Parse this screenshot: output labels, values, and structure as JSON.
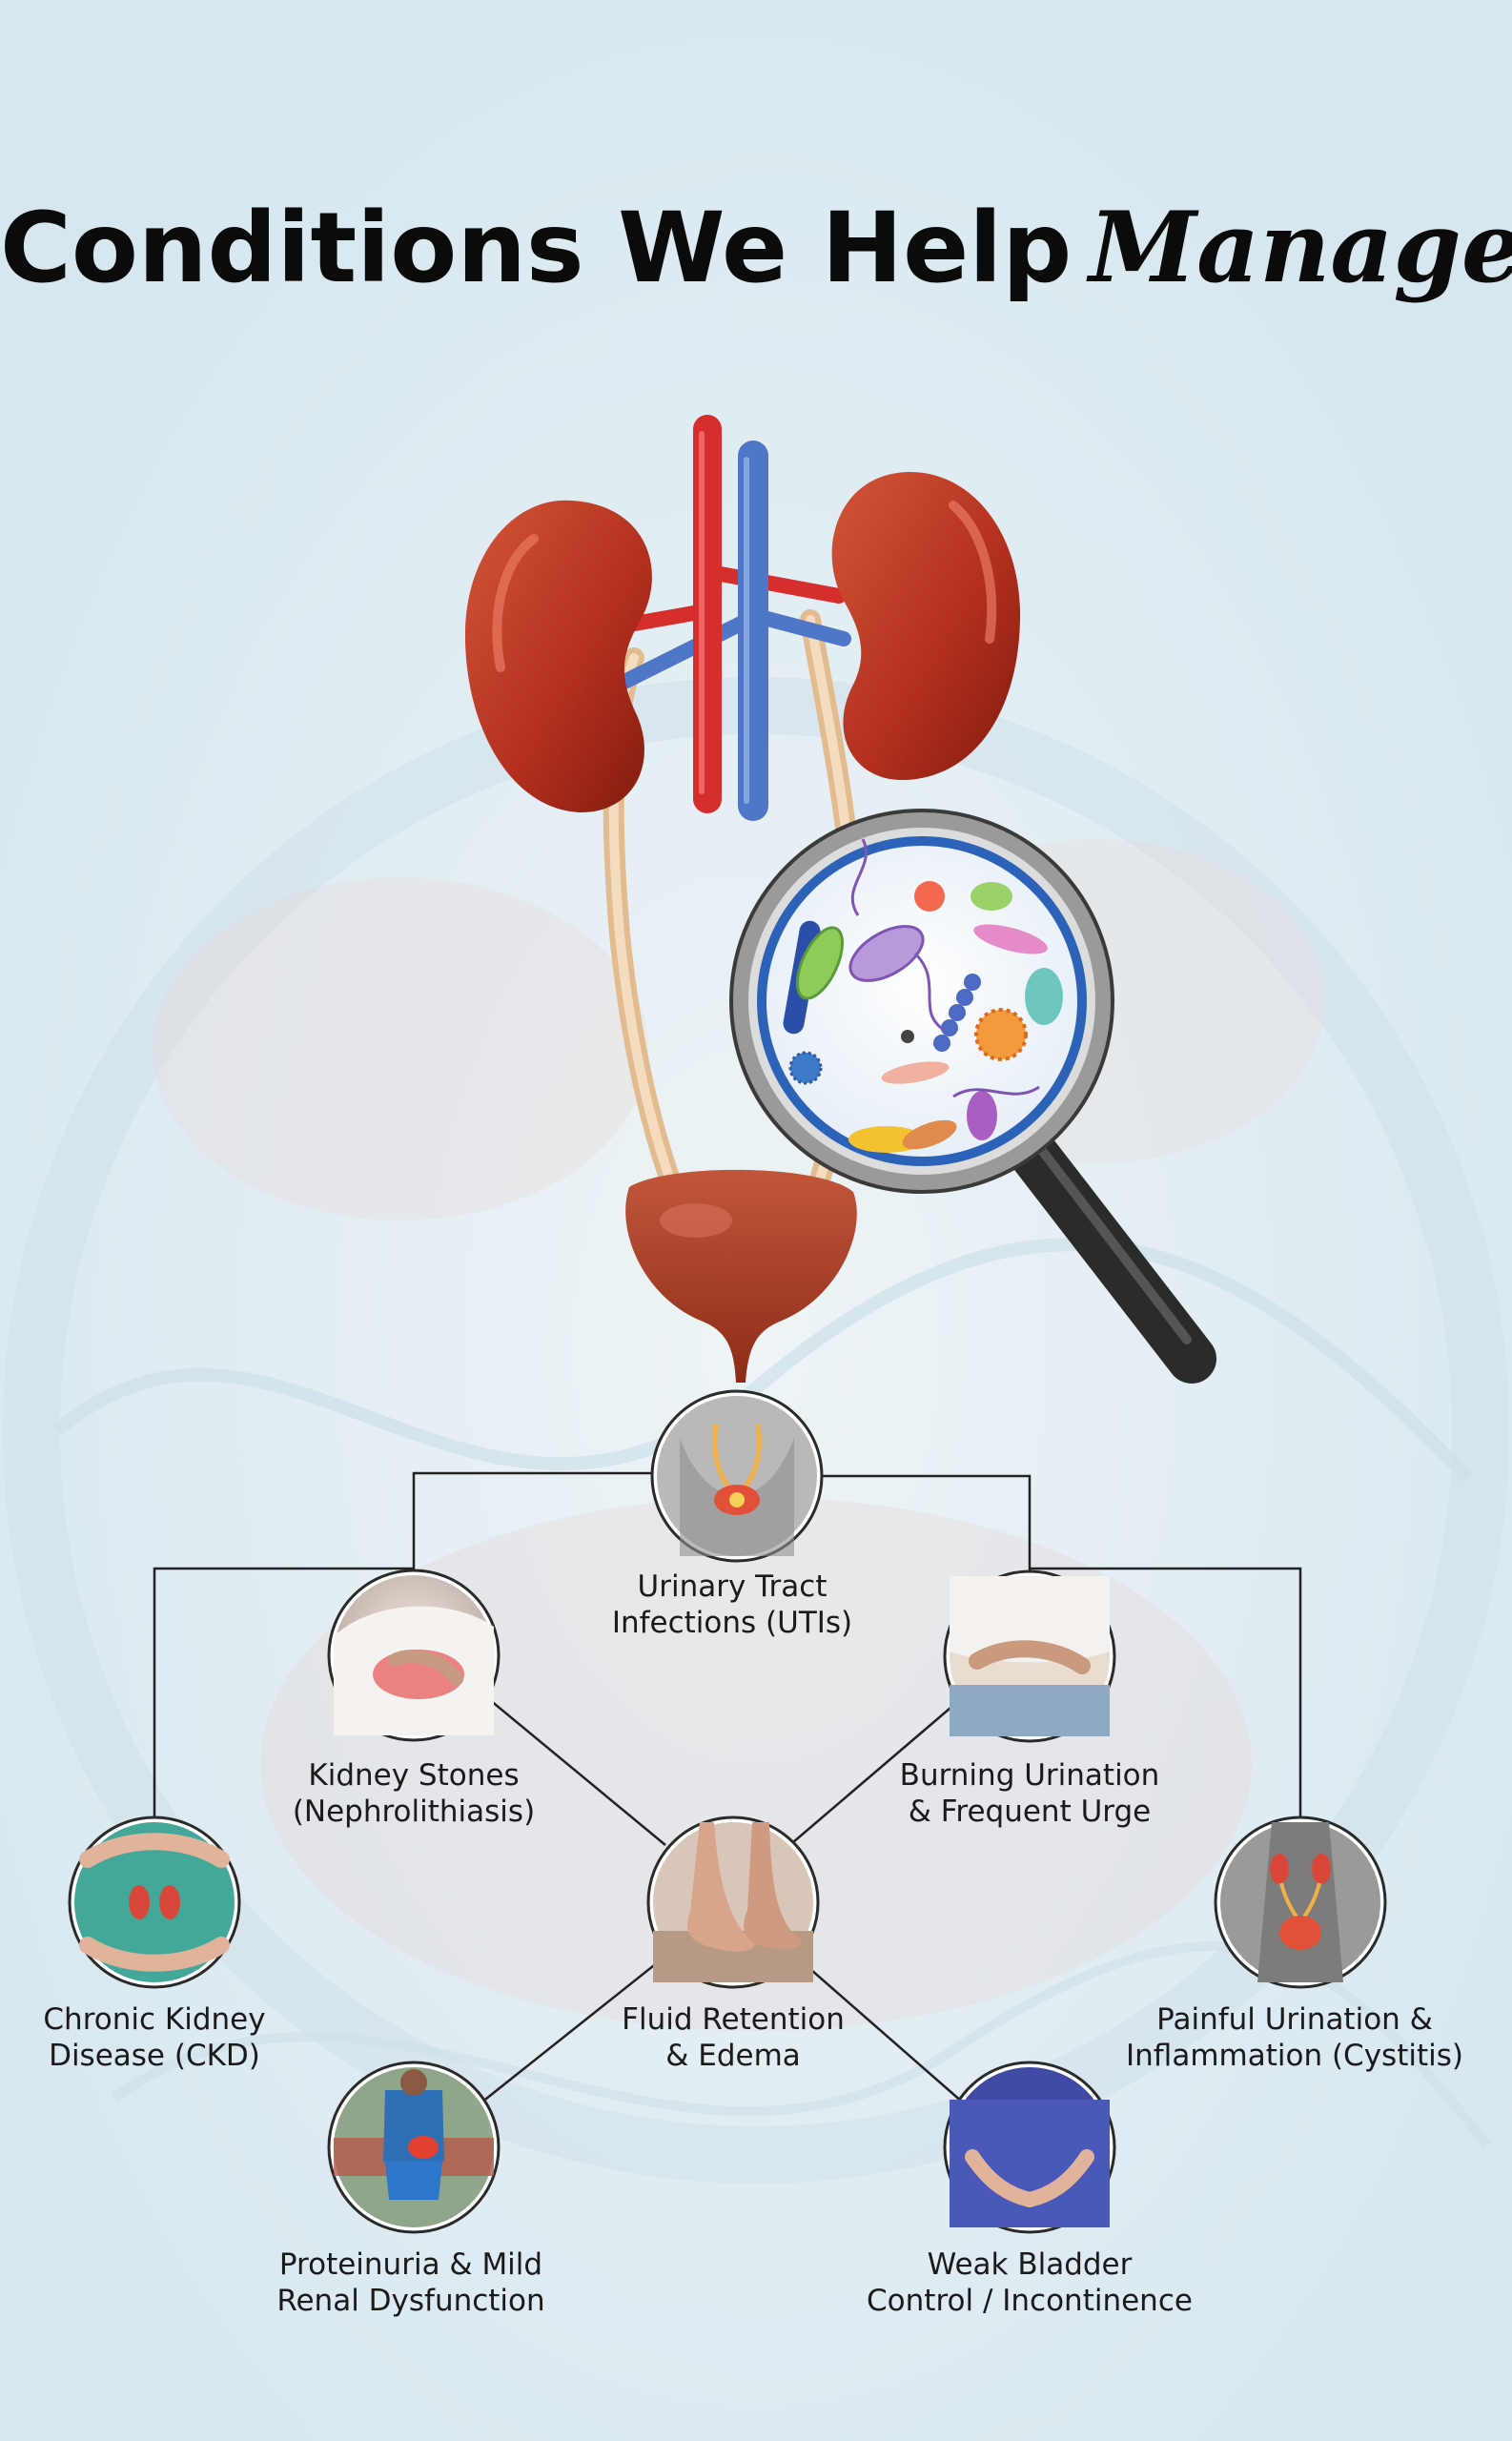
{
  "title": {
    "main": "Conditions We Help",
    "accent": "Manage"
  },
  "colors": {
    "background": "#e3eef4",
    "kidney": "#b8321f",
    "artery": "#d62d2d",
    "vein": "#4f76c8",
    "ureter": "#e7c59b",
    "bladder": "#a83c25",
    "lens_ring": "#2c63b8",
    "connector": "#222222"
  },
  "icons": {
    "anatomy": "urinary-system-illustration",
    "magnifier": "magnifying-glass-bacteria-icon"
  },
  "nodes": [
    {
      "id": "uti",
      "line1": "Urinary Tract",
      "line2": "Infections (UTIs)",
      "photo": "pelvis-urinary-tract-icon"
    },
    {
      "id": "stones",
      "line1": "Kidney Stones",
      "line2": "(Nephrolithiasis)",
      "photo": "lower-back-pain-icon"
    },
    {
      "id": "burning",
      "line1": "Burning Urination",
      "line2": "& Frequent Urge",
      "photo": "abdomen-pain-icon"
    },
    {
      "id": "ckd",
      "line1": "Chronic Kidney",
      "line2": "Disease (CKD)",
      "photo": "hands-holding-kidneys-icon"
    },
    {
      "id": "edema",
      "line1": "Fluid Retention",
      "line2": "& Edema",
      "photo": "swollen-feet-icon"
    },
    {
      "id": "cystitis",
      "line1": "Painful Urination &",
      "line2": "Inflammation (Cystitis)",
      "photo": "bladder-inflammation-icon"
    },
    {
      "id": "proteinuria",
      "line1": "Proteinuria & Mild",
      "line2": "Renal Dysfunction",
      "photo": "runner-back-pain-icon"
    },
    {
      "id": "incontinence",
      "line1": "Weak Bladder",
      "line2": "Control / Incontinence",
      "photo": "hands-on-pelvis-icon"
    }
  ]
}
